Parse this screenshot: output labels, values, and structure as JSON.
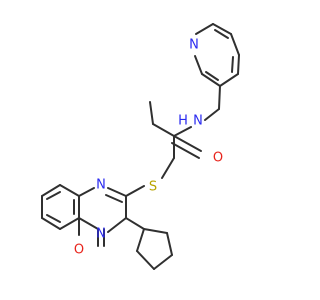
{
  "molecule": {
    "atom_labels": {
      "pyridine_n": "N",
      "amide_nh": "N",
      "amide_h": "H",
      "amide_o": "O",
      "thioether_s": "S",
      "quinazoline_n1": "N",
      "quinazoline_n3": "N",
      "ketone_o": "O"
    },
    "colors": {
      "bond": "#303030",
      "nitrogen": "#2a2af0",
      "oxygen": "#e8241c",
      "sulfur": "#b8a400"
    }
  }
}
